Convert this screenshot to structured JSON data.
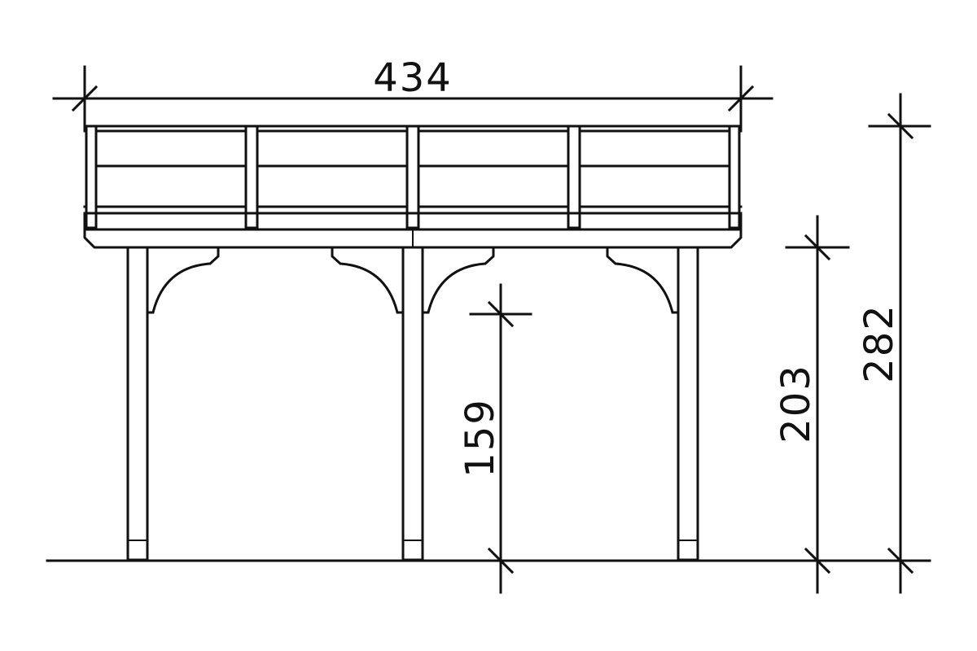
{
  "dimensions": {
    "width": "434",
    "clear_height": "159",
    "eave_height": "203",
    "total_height": "282"
  },
  "colors": {
    "line": "#111111",
    "background": "#ffffff"
  }
}
